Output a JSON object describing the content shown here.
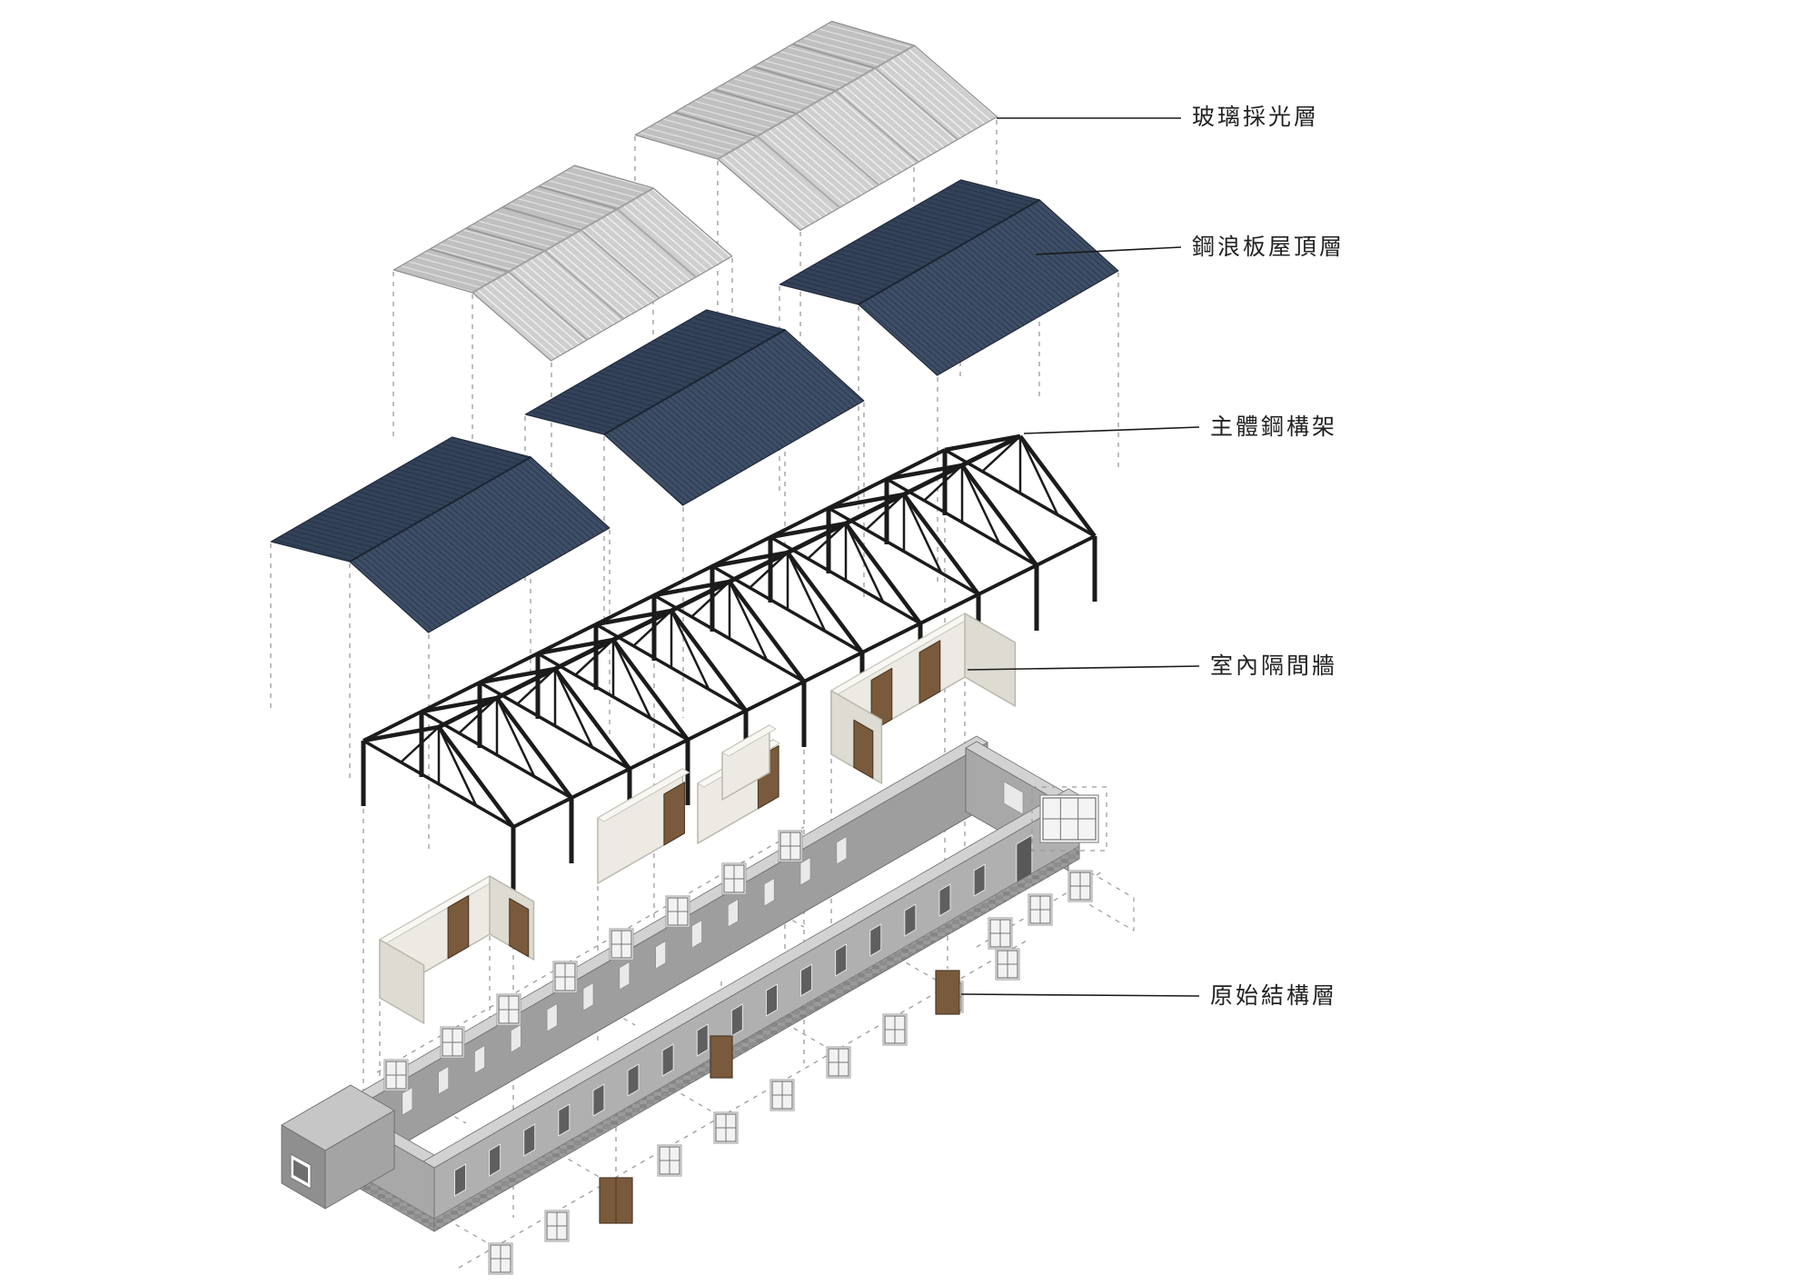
{
  "diagram": {
    "type": "exploded-axonometric-architecture",
    "background": "#ffffff"
  },
  "labels": [
    {
      "id": "glass-skylight-layer",
      "text": "玻璃採光層"
    },
    {
      "id": "corrugated-steel-roof-layer",
      "text": "鋼浪板屋頂層"
    },
    {
      "id": "main-steel-frame",
      "text": "主體鋼構架"
    },
    {
      "id": "interior-partition-walls",
      "text": "室內隔間牆"
    },
    {
      "id": "original-structure-layer",
      "text": "原始結構層"
    }
  ],
  "colors": {
    "glass_roof_face": "#cfcfcf",
    "glass_roof_stripe": "#f3f3f3",
    "glass_roof_far": "#c0c0c0",
    "steel_roof_face": "#3e4e66",
    "steel_roof_stripe": "#2b3a50",
    "steel_roof_far": "#334258",
    "steel_frame": "#1b1b1b",
    "partition_face": "#eceae2",
    "partition_side": "#dddbd2",
    "partition_edge": "#b9b7ae",
    "door": "#7a5a3c",
    "door_edge": "#4e3a26",
    "masonry_near": "#b0b0b0",
    "masonry_far": "#9e9e9e",
    "masonry_end": "#a8a8a8",
    "masonry_cap": "#d2d2d2",
    "window_slot": "#5f5f5f",
    "window_slot_light": "#e9e9e9",
    "leader": "#1a1a1a",
    "dashed": "#9a9a9a",
    "stone_base": "#8a8a8a"
  }
}
